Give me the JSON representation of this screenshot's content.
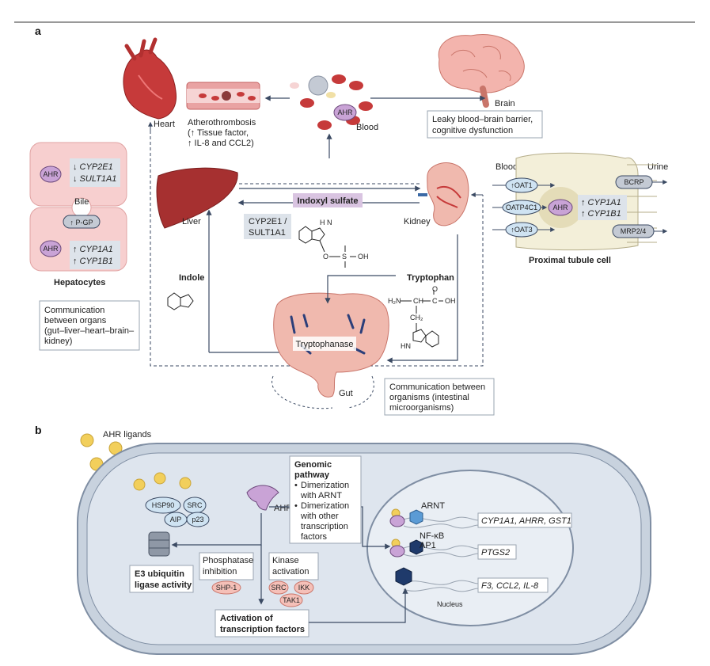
{
  "panel_a": {
    "letter": "a",
    "heart": "Heart",
    "atherothrombosis": {
      "line1": "Atherothrombosis",
      "line2": "(↑ Tissue factor,",
      "line3": "↑ IL-8 and CCL2)"
    },
    "blood_top": "Blood",
    "ahr_blood": "AHR",
    "brain": "Brain",
    "brain_effect": {
      "line1": "Leaky blood–brain barrier,",
      "line2": "cognitive dysfunction"
    },
    "hepatocytes": {
      "title": "Hepatocytes",
      "ahr_top": "AHR",
      "down1": "↓ CYP2E1",
      "down2": "↓ SULT1A1",
      "bile": "Bile",
      "pgp": "↑ P-GP",
      "ahr_bottom": "AHR",
      "up1": "↑ CYP1A1",
      "up2": "↑ CYP1B1"
    },
    "liver": "Liver",
    "kidney": "Kidney",
    "indoxyl_sulfate": "Indoxyl sulfate",
    "enzymes": {
      "line1": "CYP2E1 /",
      "line2": "SULT1A1"
    },
    "indoxyl_struct": {
      "nh": "H\nN",
      "o": "O",
      "s": "S",
      "oh": "OH"
    },
    "indole": "Indole",
    "tryptophan": "Tryptophan",
    "tryptophan_struct": {
      "h2n": "H₂N",
      "ch": "CH",
      "c": "C",
      "oh": "OH",
      "o": "O",
      "ch2": "CH₂",
      "hn": "HN"
    },
    "tryptophanase": "Tryptophanase",
    "gut": "Gut",
    "communication_organs": {
      "line1": "Communication",
      "line2": "between organs",
      "line3": "(gut–liver–heart–brain–",
      "line4": "kidney)"
    },
    "communication_microbes": {
      "line1": "Communication between",
      "line2": "organisms (intestinal",
      "line3": "microorganisms)"
    },
    "proximal_tubule": {
      "title": "Proximal tubule cell",
      "blood": "Blood",
      "urine": "Urine",
      "oat1": "↑OAT1",
      "oatp4c1": "OATP4C1",
      "oat3": "↑OAT3",
      "ahr": "AHR",
      "up1": "↑ CYP1A1",
      "up2": "↑ CYP1B1",
      "bcrp": "BCRP",
      "mrp": "MRP2/4"
    }
  },
  "panel_b": {
    "letter": "b",
    "ahr_ligands": "AHR ligands",
    "hsp90": "HSP90",
    "src": "SRC",
    "aip": "AIP",
    "p23": "p23",
    "ahr": "AHR",
    "genomic": {
      "title1": "Genomic",
      "title2": "pathway",
      "b1a": "Dimerization",
      "b1b": "with ARNT",
      "b2a": "Dimerization",
      "b2b": "with other",
      "b2c": "transcription",
      "b2d": "factors"
    },
    "arnt": "ARNT",
    "nfkb": "NF-κB",
    "ap1": "AP1",
    "nucleus": "Nucleus",
    "gene1": "CYP1A1, AHRR, GST1",
    "gene2": "PTGS2",
    "gene3": "F3, CCL2, IL-8",
    "e3": {
      "line1": "E3 ubiquitin",
      "line2": "ligase activity"
    },
    "phosphatase": {
      "line1": "Phosphatase",
      "line2": "inhibition",
      "shp1": "SHP-1"
    },
    "kinase": {
      "line1": "Kinase",
      "line2": "activation",
      "src": "SRC",
      "ikk": "IKK",
      "tak1": "TAK1"
    },
    "activation": {
      "line1": "Activation of",
      "line2": "transcription factors"
    }
  },
  "colors": {
    "ahr_purple": "#c9a3d6",
    "receptor_blue": "#cfe3f2",
    "organ_red": "#c63a3a",
    "gut_pink": "#f0b9ae",
    "highlight_purple": "#d9c4e1",
    "cell_gray": "#d6dde6",
    "ligand_yellow": "#f2cf5b",
    "label_gray": "#dde3ea",
    "arrow_navy": "#3b4a63"
  }
}
